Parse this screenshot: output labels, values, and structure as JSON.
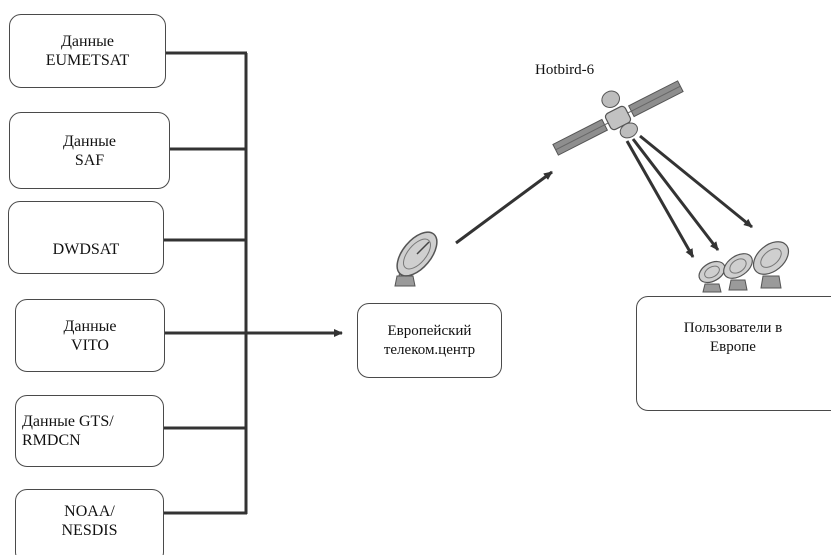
{
  "sources": [
    {
      "id": "eumetsat",
      "label": "Данные\nEUMETSAT"
    },
    {
      "id": "saf",
      "label": "Данные\nSAF"
    },
    {
      "id": "dwdsat",
      "label": "DWDSAT"
    },
    {
      "id": "vito",
      "label": "Данные\nVITO"
    },
    {
      "id": "gts",
      "label": "Данные GTS/\nRMDCN"
    },
    {
      "id": "noaa",
      "label": "NOAA/\nNESDIS"
    }
  ],
  "telecom_center": {
    "label": "Европейский\nтелеком.центр"
  },
  "satellite": {
    "label": "Hotbird-6"
  },
  "users": {
    "label": "Пользователи в\nЕвропе"
  },
  "colors": {
    "line": "#333333",
    "box_border": "#4a4a4a",
    "dish": "#8a8a8a"
  },
  "icons": {
    "uplink": "satellite-dish-icon",
    "satellite": "satellite-icon",
    "downlink": "satellite-dishes-icon"
  }
}
